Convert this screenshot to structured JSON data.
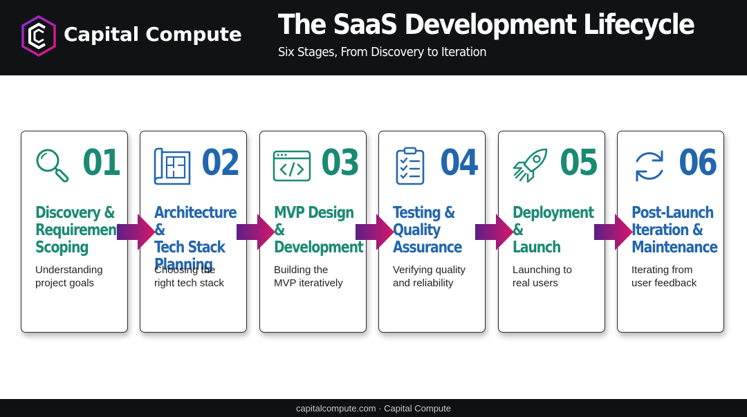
{
  "header": {
    "brand": "Capital Compute",
    "title": "The SaaS Development Lifecycle",
    "subtitle": "Six Stages, From Discovery to Iteration"
  },
  "stages": [
    {
      "number": "01",
      "icon": "magnifier-icon",
      "color": "#1a8a73",
      "title_lines": [
        "Discovery &",
        "Requirements",
        "Scoping"
      ],
      "desc_lines": [
        "Understanding",
        "project goals"
      ]
    },
    {
      "number": "02",
      "icon": "blueprint-icon",
      "color": "#2266ad",
      "title_lines": [
        "Architecture &",
        "Tech Stack",
        "Planning"
      ],
      "desc_lines": [
        "Choosing the",
        "right tech stack"
      ]
    },
    {
      "number": "03",
      "icon": "code-window-icon",
      "color": "#1a8a73",
      "title_lines": [
        "MVP Design &",
        "Development"
      ],
      "desc_lines": [
        "Building the",
        "MVP iteratively"
      ]
    },
    {
      "number": "04",
      "icon": "clipboard-checklist-icon",
      "color": "#2266ad",
      "title_lines": [
        "Testing &",
        "Quality",
        "Assurance"
      ],
      "desc_lines": [
        "Verifying quality",
        "and reliability"
      ]
    },
    {
      "number": "05",
      "icon": "rocket-icon",
      "color": "#1a8a73",
      "title_lines": [
        "Deployment &",
        "Launch"
      ],
      "desc_lines": [
        "Launching to",
        "real users"
      ]
    },
    {
      "number": "06",
      "icon": "refresh-cycle-icon",
      "color": "#2266ad",
      "title_lines": [
        "Post-Launch",
        "Iteration &",
        "Maintenance"
      ],
      "desc_lines": [
        "Iterating from",
        "user feedback"
      ]
    }
  ],
  "arrow_colors": [
    "#5b1f86",
    "#d6186b"
  ],
  "header_color": "#111214",
  "footer": {
    "text": "capitalcompute.com · Capital Compute"
  }
}
